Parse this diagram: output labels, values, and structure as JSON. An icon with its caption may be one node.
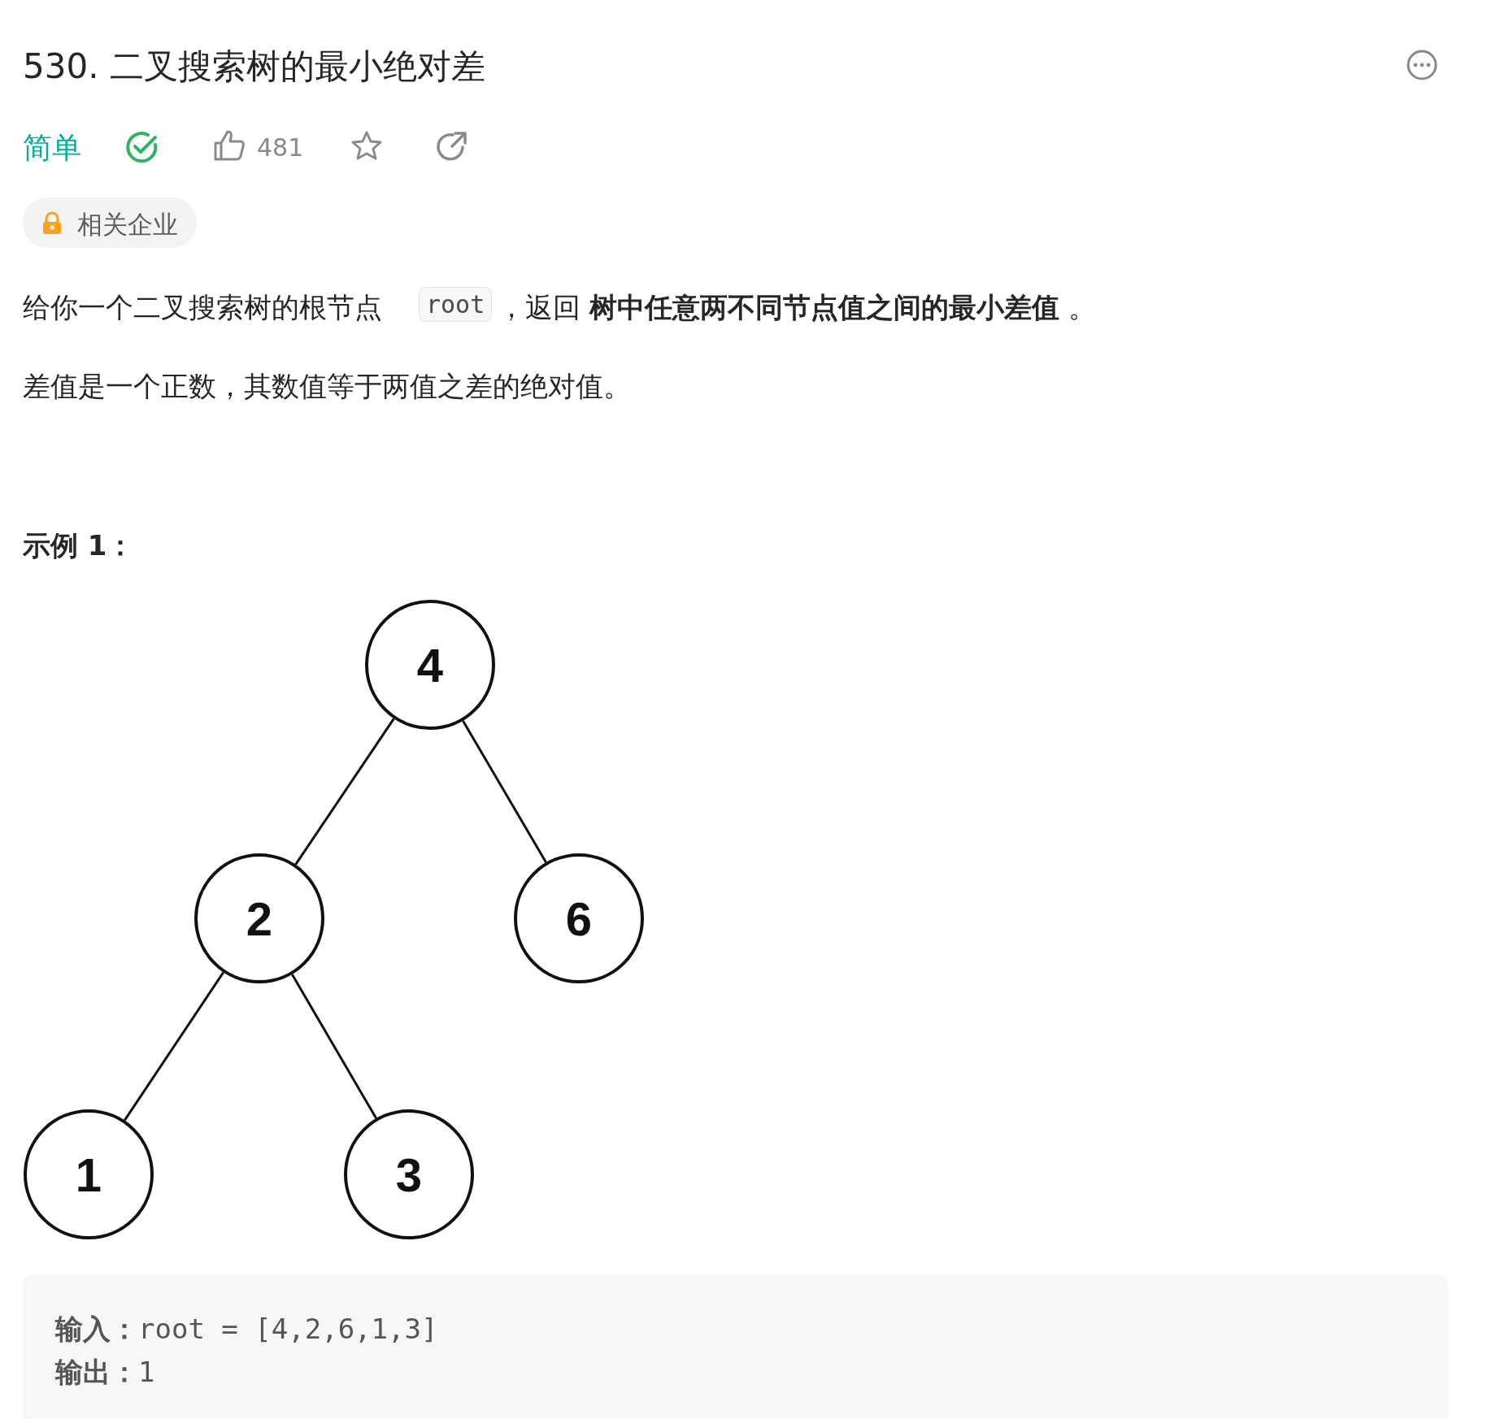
{
  "diagram": {
    "title": "530. 二叉搜索树的最小绝对差",
    "nodes": [
      {
        "text": [
          "4"
        ]
      },
      {
        "text": [
          "2"
        ]
      },
      {
        "text": [
          "6"
        ]
      },
      {
        "text": [
          "1"
        ]
      },
      {
        "text": [
          "3"
        ]
      }
    ],
    "edges": [
      {
        "from": 0,
        "to": 1,
        "arrow": "none"
      },
      {
        "from": 0,
        "to": 2,
        "arrow": "none"
      },
      {
        "from": 1,
        "to": 3,
        "arrow": "none"
      },
      {
        "from": 1,
        "to": 4,
        "arrow": "none"
      }
    ],
    "labels": [
      "简单",
      "481",
      "相关企业",
      "给你一个二叉搜索树的根节点",
      "root",
      "，返回 **树中任意两不同节点值之间的最小差值** 。",
      "差值是一个正数，其数值等于两值之差的绝对值。",
      "示例 1：",
      "**输入：**root = [4,2,6,1,3]",
      "**输出：**1"
    ]
  }
}
